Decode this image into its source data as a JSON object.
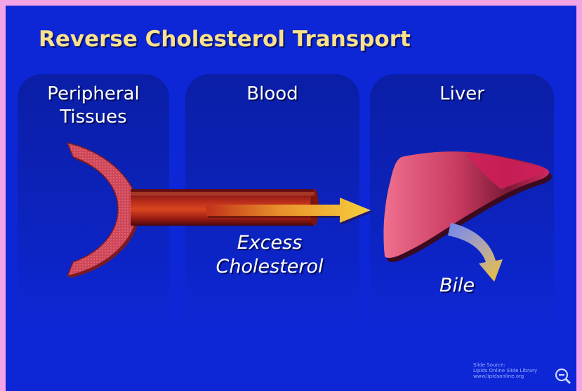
{
  "title": "Reverse Cholesterol Transport",
  "panels": [
    {
      "label_line1": "Peripheral",
      "label_line2": "Tissues"
    },
    {
      "label_line1": "Blood"
    },
    {
      "label_line1": "Liver"
    }
  ],
  "arrow_label": {
    "line1": "Excess",
    "line2": "Cholesterol"
  },
  "bile_label": "Bile",
  "source": {
    "line1": "Slide Source:",
    "line2": "Lipids Online Slide Library",
    "line3": "www.lipidsonline.org"
  },
  "icons": {
    "zoom": "magnifier-minus-icon"
  },
  "colors": {
    "background": "#0d27d6",
    "frame": "#f4a3e4",
    "title": "#fbe28a",
    "tissue": "#d94c5e",
    "arrow": "#f2c23a",
    "liver": "#d84a72"
  }
}
